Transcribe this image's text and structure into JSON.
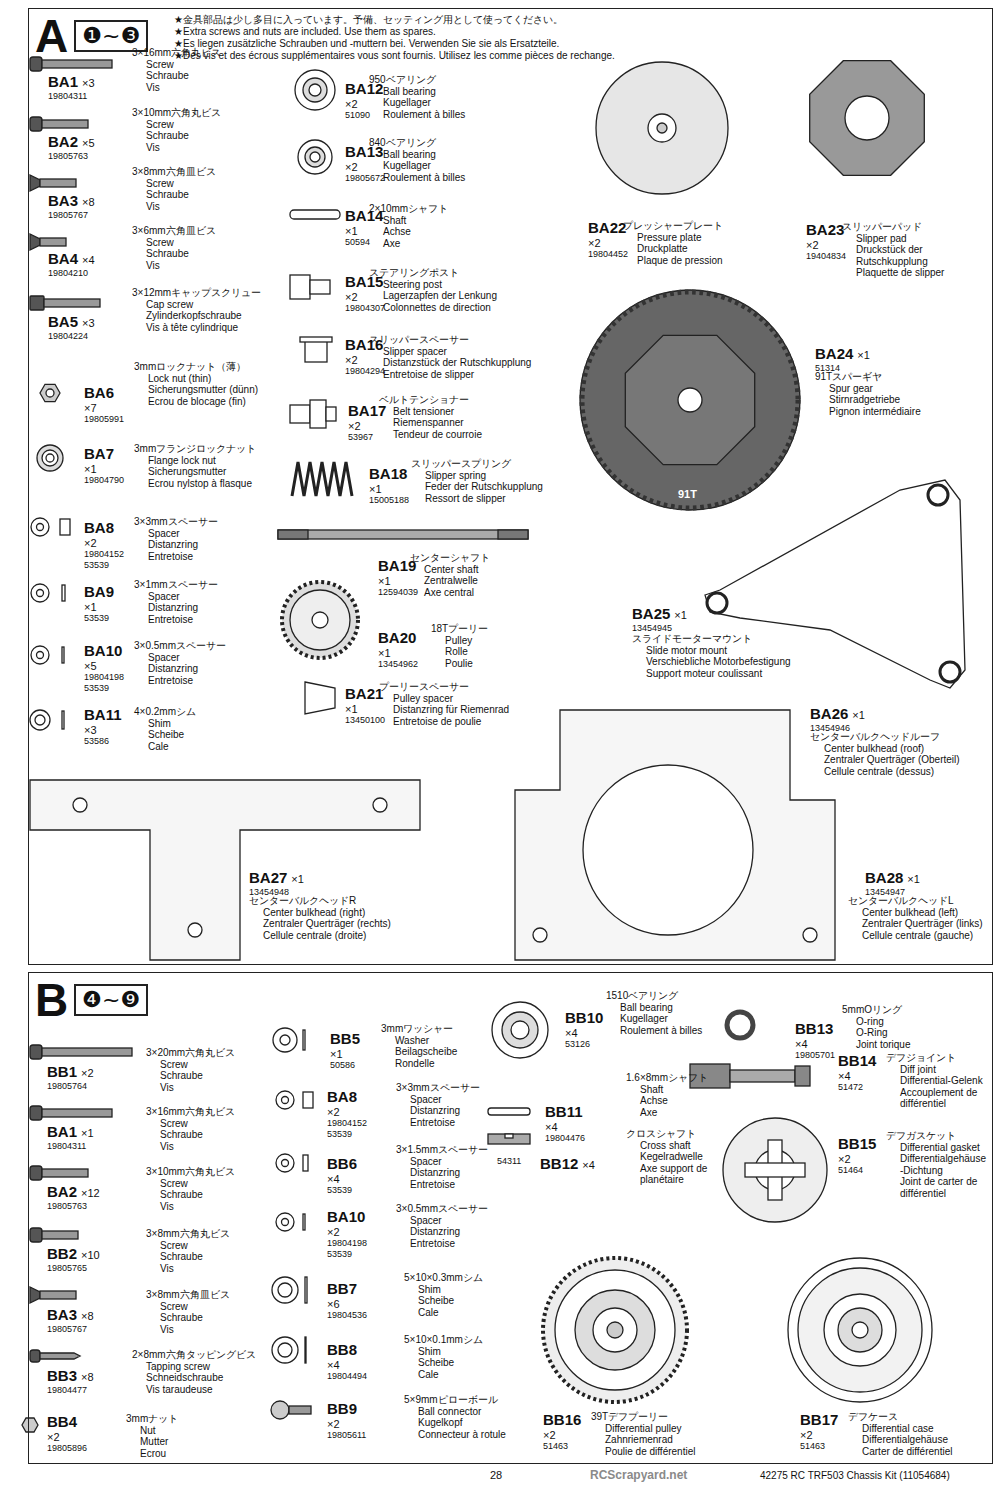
{
  "diagram": {
    "nodes": [
      {
        "text": [
          "A",
          "❶~❸"
        ]
      },
      {
        "text": [
          "B",
          "❹~❾"
        ]
      }
    ],
    "labels": [
      "★金具部品は少し多目に入っています。予備、セッティング用として使ってください。",
      "★Extra screws and nuts are included. Use them as spares.",
      "★Es liegen zusätzliche Schrauben und -muttern bei. Verwenden Sie sie als Ersatzteile.",
      "★Des vis et des écrous supplémentaires vous sont fournis. Utilisez les comme pièces de rechange.",
      "BA1",
      "×3",
      "19804311",
      "3×16mm六角丸ビス",
      "Screw",
      "Schraube",
      "Vis",
      "BA2",
      "×5",
      "19805763",
      "3×10mm六角丸ビス",
      "Screw",
      "Schraube",
      "Vis",
      "BA3",
      "×8",
      "19805767",
      "3×8mm六角皿ビス",
      "Screw",
      "Schraube",
      "Vis",
      "BA4",
      "×4",
      "19804210",
      "3×6mm六角皿ビス",
      "Screw",
      "Schraube",
      "Vis",
      "BA5",
      "×3",
      "19804224",
      "3×12mmキャップスクリュー",
      "Cap screw",
      "Zylinderkopfschraube",
      "Vis à tête cylindrique",
      "BA6",
      "×7",
      "19805991",
      "3mmロックナット（薄）",
      "Lock nut (thin)",
      "Sicherungsmutter (dünn)",
      "Ecrou de blocage (fin)",
      "BA7",
      "×1",
      "19804790",
      "3mmフランジロックナット",
      "Flange lock nut",
      "Sicherungsmutter",
      "Ecrou nylstop à flasque",
      "BA8",
      "×2",
      "19804152",
      "53539",
      "3×3mmスペーサー",
      "Spacer",
      "Distanzring",
      "Entretoise",
      "BA9",
      "×1",
      "53539",
      "3×1mmスペーサー",
      "Spacer",
      "Distanzring",
      "Entretoise",
      "BA10",
      "×5",
      "19804198",
      "53539",
      "3×0.5mmスペーサー",
      "Spacer",
      "Distanzring",
      "Entretoise",
      "BA11",
      "×3",
      "53586",
      "4×0.2mmシム",
      "Shim",
      "Scheibe",
      "Cale",
      "BA12",
      "×2",
      "51090",
      "950ベアリング",
      "Ball bearing",
      "Kugellager",
      "Roulement à billes",
      "BA13",
      "×2",
      "19805672",
      "840ベアリング",
      "Ball bearing",
      "Kugellager",
      "Roulement à billes",
      "BA14",
      "×1",
      "50594",
      "2×10mmシャフト",
      "Shaft",
      "Achse",
      "Axe",
      "BA15",
      "×2",
      "19804307",
      "ステアリングポスト",
      "Steering post",
      "Lagerzapfen der Lenkung",
      "Colonnettes de direction",
      "BA16",
      "×2",
      "19804294",
      "スリッパースペーサー",
      "Slipper spacer",
      "Distanzstück der Rutschkupplung",
      "Entretoise de slipper",
      "BA17",
      "×2",
      "53967",
      "ベルトテンショナー",
      "Belt tensioner",
      "Riemenspanner",
      "Tendeur de courroie",
      "BA18",
      "×1",
      "15005188",
      "スリッパースプリング",
      "Slipper spring",
      "Feder der Rutschkupplung",
      "Ressort de slipper",
      "BA19",
      "×1",
      "12594039",
      "センターシャフト",
      "Center shaft",
      "Zentralwelle",
      "Axe central",
      "BA20",
      "×1",
      "13454962",
      "18Tプーリー",
      "Pulley",
      "Rolle",
      "Poulie",
      "BA21",
      "×1",
      "13450100",
      "プーリースペーサー",
      "Pulley spacer",
      "Distanzring für Riemenrad",
      "Entretoise de poulie",
      "BA22",
      "×2",
      "19804452",
      "プレッシャープレート",
      "Pressure plate",
      "Druckplatte",
      "Plaque de pression",
      "BA23",
      "×2",
      "19404834",
      "スリッパーパッド",
      "Slipper pad",
      "Druckstück der Rutschkupplung",
      "Plaquette de slipper",
      "BA24",
      "×1",
      "51314",
      "91Tスパーギヤ",
      "Spur gear",
      "Stirnradgetriebe",
      "Pignon intermédiaire",
      "BA25",
      "×1",
      "13454945",
      "スライドモーターマウント",
      "Slide motor mount",
      "Verschiebliche Motorbefestigung",
      "Support moteur coulissant",
      "BA26",
      "×1",
      "13454946",
      "センターバルクヘッドルーフ",
      "Center bulkhead (roof)",
      "Zentraler Querträger (Oberteil)",
      "Cellule centrale (dessus)",
      "BA27",
      "×1",
      "13454948",
      "センターバルクヘッドR",
      "Center bulkhead (right)",
      "Zentraler Querträger (rechts)",
      "Cellule centrale (droite)",
      "BA28",
      "×1",
      "13454947",
      "センターバルクヘッドL",
      "Center bulkhead (left)",
      "Zentraler Querträger (links)",
      "Cellule centrale (gauche)",
      "BB1",
      "×2",
      "19805764",
      "3×20mm六角丸ビス",
      "Screw",
      "Schraube",
      "Vis",
      "BA1",
      "×1",
      "19804311",
      "3×16mm六角丸ビス",
      "Screw",
      "Schraube",
      "Vis",
      "BA2",
      "×12",
      "19805763",
      "3×10mm六角丸ビス",
      "Screw",
      "Schraube",
      "Vis",
      "BB2",
      "×10",
      "19805765",
      "3×8mm六角丸ビス",
      "Screw",
      "Schraube",
      "Vis",
      "BA3",
      "×8",
      "19805767",
      "3×8mm六角皿ビス",
      "Screw",
      "Schraube",
      "Vis",
      "BB3",
      "×8",
      "19804477",
      "2×8mm六角タッピングビス",
      "Tapping screw",
      "Schneidschraube",
      "Vis taraudeuse",
      "BB4",
      "×2",
      "19805896",
      "3mmナット",
      "Nut",
      "Mutter",
      "Ecrou",
      "BB5",
      "×1",
      "50586",
      "3mmワッシャー",
      "Washer",
      "Beilagscheibe",
      "Rondelle",
      "BA8",
      "×2",
      "19804152",
      "53539",
      "3×3mmスペーサー",
      "Spacer",
      "Distanzring",
      "Entretoise",
      "BB6",
      "×4",
      "53539",
      "3×1.5mmスペーサー",
      "Spacer",
      "Distanzring",
      "Entretoise",
      "BA10",
      "×2",
      "19804198",
      "53539",
      "3×0.5mmスペーサー",
      "Spacer",
      "Distanzring",
      "Entretoise",
      "BB7",
      "×6",
      "19804536",
      "5×10×0.3mmシム",
      "Shim",
      "Scheibe",
      "Cale",
      "BB8",
      "×4",
      "19804494",
      "5×10×0.1mmシム",
      "Shim",
      "Scheibe",
      "Cale",
      "BB9",
      "×2",
      "19805611",
      "5×9mmピローボール",
      "Ball connector",
      "Kugelkopf",
      "Connecteur à rotule",
      "BB10",
      "×4",
      "53126",
      "1510ベアリング",
      "Ball bearing",
      "Kugellager",
      "Roulement à billes",
      "BB11",
      "×4",
      "19804476",
      "1.6×8mmシャフト",
      "Shaft",
      "Achse",
      "Axe",
      "BB12",
      "×4",
      "54311",
      "クロスシャフト",
      "Cross shaft",
      "Kegelradwelle",
      "Axe support de planétaire",
      "BB13",
      "×4",
      "19805701",
      "5mmOリング",
      "O-ring",
      "O-Ring",
      "Joint torique",
      "BB14",
      "×4",
      "51472",
      "デフジョイント",
      "Diff joint",
      "Differential-Gelenk",
      "Accouplement de différentiel",
      "BB15",
      "×2",
      "51464",
      "デフガスケット",
      "Differential gasket",
      "Differentialgehäuse-Dichtung",
      "Joint de carter de différentiel",
      "BB16",
      "×2",
      "51463",
      "39Tデフプーリー",
      "Differential pulley",
      "Zahnriemenrad",
      "Poulie de différentiel",
      "BB17",
      "×2",
      "51463",
      "デフケース",
      "Differential case",
      "Differentialgehäuse",
      "Carter de différentiel",
      "91T",
      "28",
      "RCScrapyard.net",
      "42275 RC TRF503 Chassis Kit (11054684)"
    ]
  }
}
